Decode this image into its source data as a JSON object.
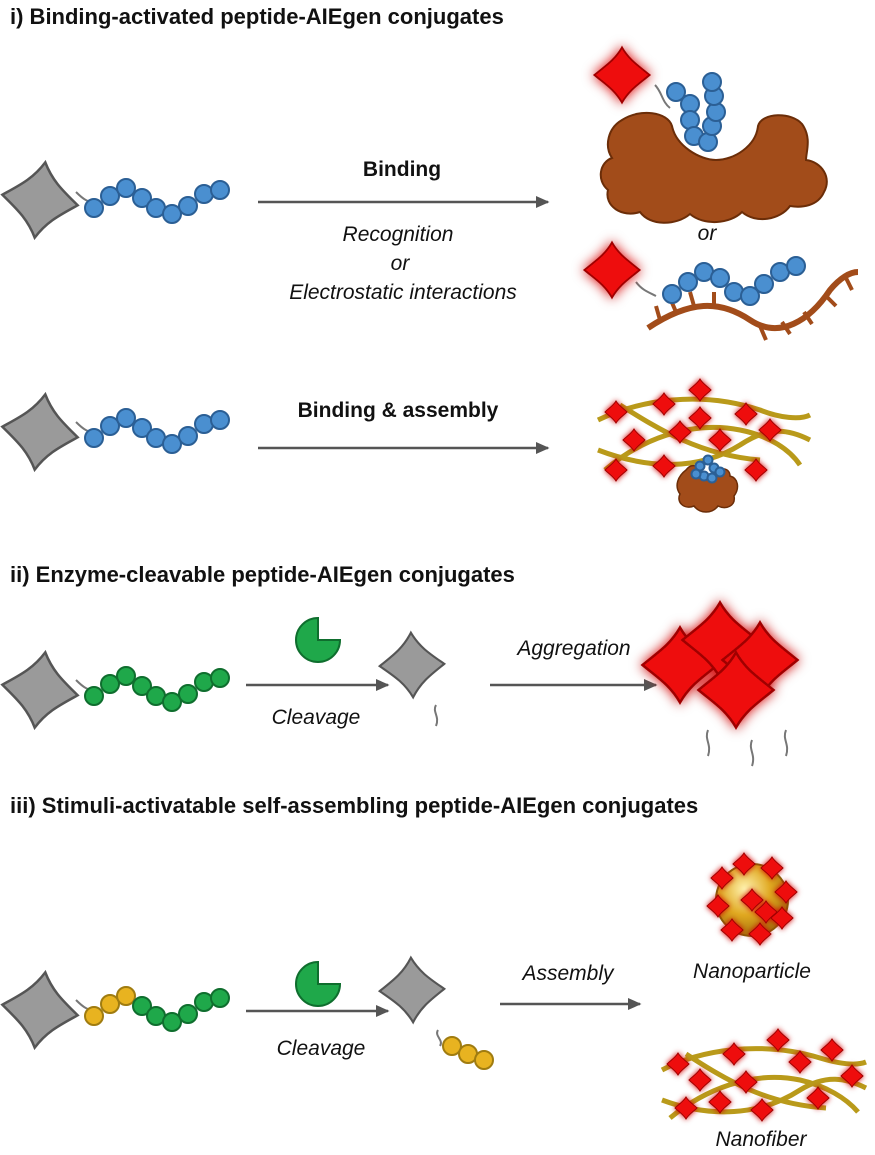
{
  "sections": [
    {
      "heading": "i) Binding-activated peptide-AIEgen conjugates",
      "steps": [
        {
          "arrow_label": "Binding",
          "sub_label_1": "Recognition",
          "sub_label_2": "or",
          "sub_label_3": "Electrostatic interactions",
          "result_separator": "or"
        },
        {
          "arrow_label": "Binding & assembly"
        }
      ]
    },
    {
      "heading": "ii) Enzyme-cleavable peptide-AIEgen conjugates",
      "steps": [
        {
          "arrow_below_label": "Cleavage"
        },
        {
          "arrow_above_label": "Aggregation"
        }
      ]
    },
    {
      "heading": "iii) Stimuli-activatable self-assembling peptide-AIEgen conjugates",
      "steps": [
        {
          "arrow_below_label": "Cleavage"
        },
        {
          "arrow_above_label": "Assembly"
        }
      ],
      "products": [
        "Nanoparticle",
        "Nanofiber"
      ]
    }
  ],
  "colors": {
    "aiegen_off": "#9a9a9a",
    "aiegen_on": "#ee1111",
    "peptide_blue": "#4a8fd0",
    "peptide_green": "#1fa84a",
    "peptide_yellow": "#e8b320",
    "protein_brown": "#a24c1a",
    "fiber_gold": "#b99a1a",
    "arrow": "#555555"
  }
}
